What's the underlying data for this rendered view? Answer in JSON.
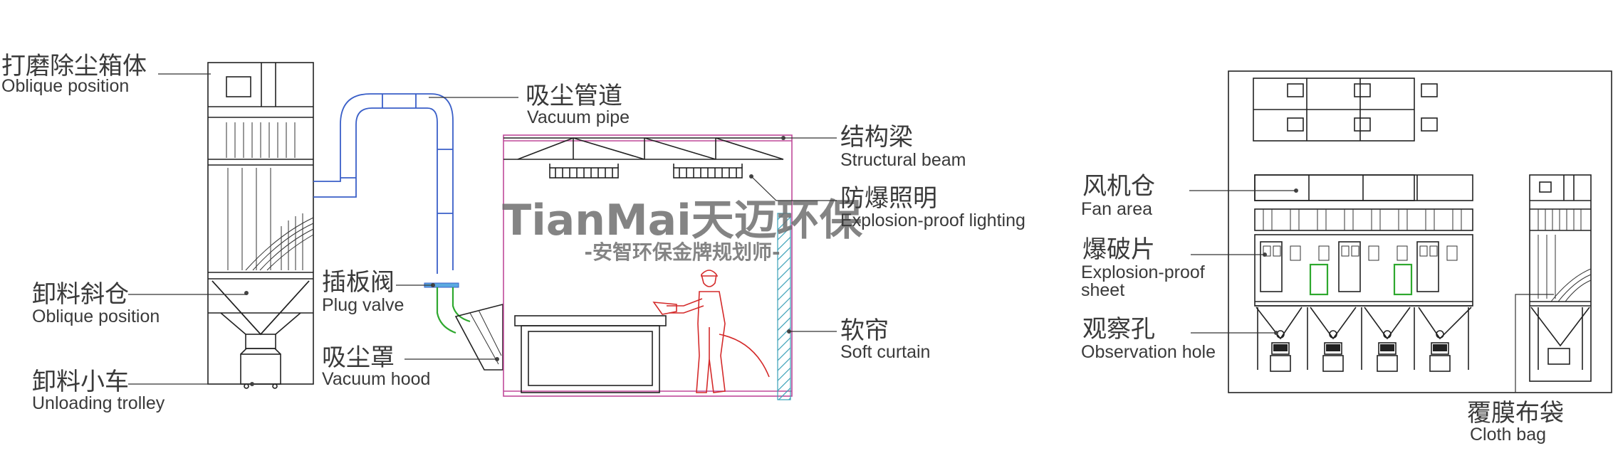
{
  "labels": {
    "dust_box": {
      "cn": "打磨除尘箱体",
      "en": "Oblique position"
    },
    "discharge_hopper": {
      "cn": "卸料斜仓",
      "en": "Oblique position"
    },
    "trolley": {
      "cn": "卸料小车",
      "en": "Unloading trolley"
    },
    "vacuum_pipe": {
      "cn": "吸尘管道",
      "en": "Vacuum pipe"
    },
    "plug_valve": {
      "cn": "插板阀",
      "en": "Plug valve"
    },
    "vacuum_hood": {
      "cn": "吸尘罩",
      "en": "Vacuum hood"
    },
    "beam": {
      "cn": "结构梁",
      "en": "Structural beam"
    },
    "lighting": {
      "cn": "防爆照明",
      "en": "Explosion-proof lighting"
    },
    "curtain": {
      "cn": "软帘",
      "en": "Soft curtain"
    },
    "fan_area": {
      "cn": "风机仓",
      "en": "Fan area"
    },
    "explosion_sheet": {
      "cn": "爆破片",
      "en_line1": "Explosion-proof",
      "en_line2": "sheet"
    },
    "observation_hole": {
      "cn": "观察孔",
      "en": "Observation hole"
    },
    "cloth_bag": {
      "cn": "覆膜布袋",
      "en": "Cloth bag"
    }
  },
  "watermark": {
    "brand": "TianMai天迈环保",
    "slogan": "-安智环保金牌规划师-"
  },
  "colors": {
    "pipe": "#3a5fc8",
    "booth": "#c04a9a",
    "worker": "#d42a2a",
    "valve": "#2ea82e",
    "curtain": "#3aa0b8",
    "line": "#222222"
  }
}
